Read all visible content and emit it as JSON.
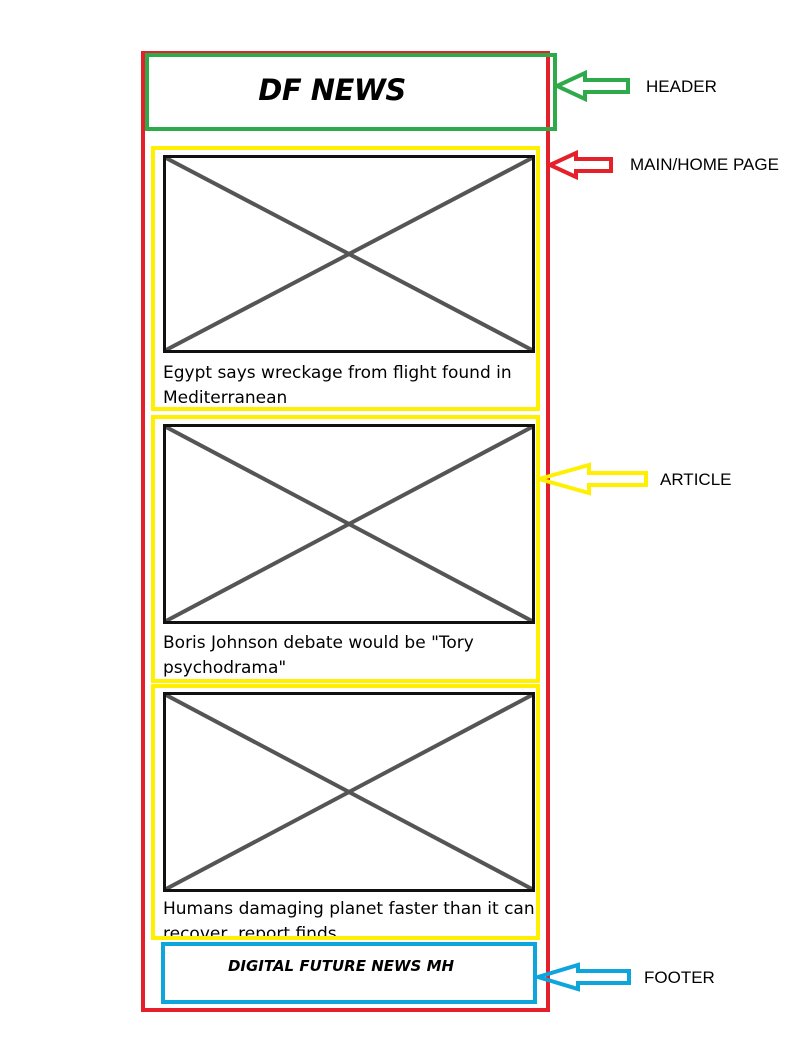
{
  "header": {
    "title": "DF NEWS"
  },
  "articles": [
    {
      "headline": "Egypt says wreckage from flight found in Mediterranean"
    },
    {
      "headline": "Boris Johnson debate would be \"Tory psychodrama\""
    },
    {
      "headline": "Humans damaging planet faster than it can recover, report finds"
    }
  ],
  "footer": {
    "text": "DIGITAL FUTURE NEWS MH"
  },
  "labels": {
    "header": "HEADER",
    "main": "MAIN/HOME PAGE",
    "article": "ARTICLE",
    "footer": "FOOTER"
  },
  "colors": {
    "main": "#e4202a",
    "header": "#2eaa4a",
    "article": "#ffef00",
    "footer": "#0ea5dd"
  }
}
